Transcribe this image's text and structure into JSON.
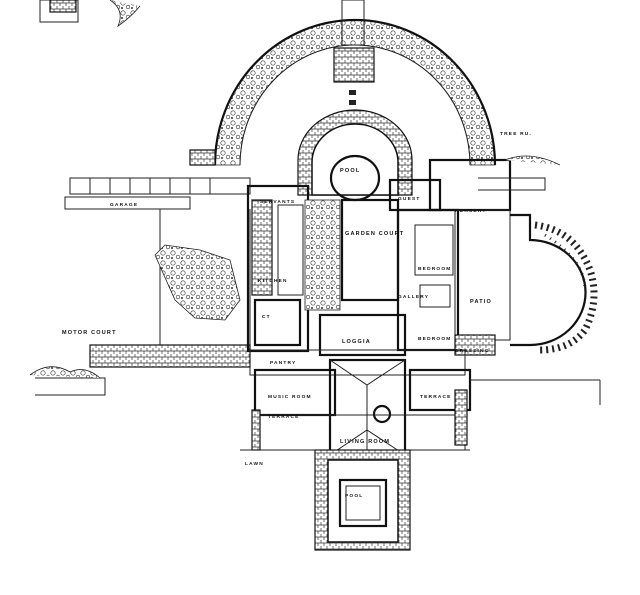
{
  "labels": {
    "pool_top": "POOL",
    "garden_court": "GARDEN COURT",
    "nursery": "NURSERY",
    "trees_right": "TREE RU.",
    "guest": "GUEST",
    "bedroom": "BEDROOM",
    "gallery": "GALLERY",
    "patio": "PATIO",
    "bedroom_lower": "BEDROOM",
    "dressing": "DRESSING",
    "motor_court": "MOTOR COURT",
    "loggia": "LOGGIA",
    "pantry": "PANTRY",
    "music_room": "MUSIC ROOM",
    "terrace_left": "TERRACE",
    "terrace_right": "TERRACE",
    "living_room": "LIVING ROOM",
    "lawn": "LAWN",
    "pool_bottom": "POOL",
    "kitchen": "KITCHEN",
    "garage": "GARAGE",
    "servants": "SERVANTS",
    "ctr": "CT"
  }
}
